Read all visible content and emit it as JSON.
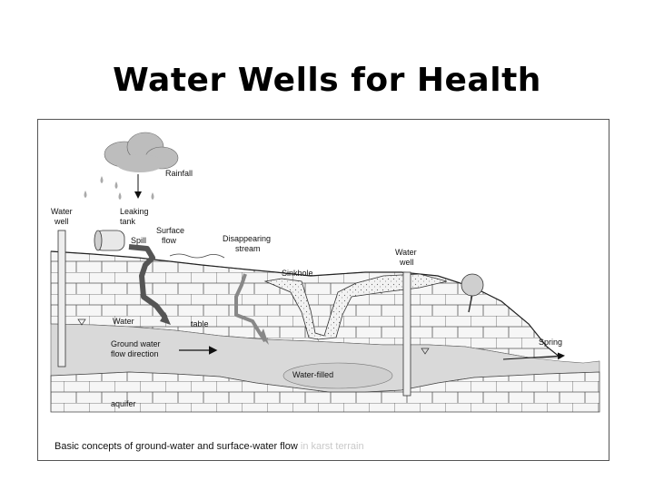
{
  "slide": {
    "title": "Water Wells for Health"
  },
  "diagram": {
    "labels": {
      "rainfall": "Rainfall",
      "water_well_left": [
        "Water",
        "well"
      ],
      "leaking_tank": [
        "Leaking",
        "tank"
      ],
      "spill": "Spill",
      "surface_flow": [
        "Surface",
        "flow"
      ],
      "disappearing_stream": [
        "Disappearing",
        "stream"
      ],
      "water_well_right": [
        "Water",
        "well"
      ],
      "sinkhole": "Sinkhole",
      "water": "Water",
      "table": "table",
      "ground_water_flow": [
        "Ground water",
        "flow direction"
      ],
      "water_filled": "Water-filled",
      "aquifer": "aquifer",
      "spring": "Spring"
    },
    "caption": "Basic concepts of ground-water and surface-water flow",
    "caption_faded": "in karst terrain"
  }
}
